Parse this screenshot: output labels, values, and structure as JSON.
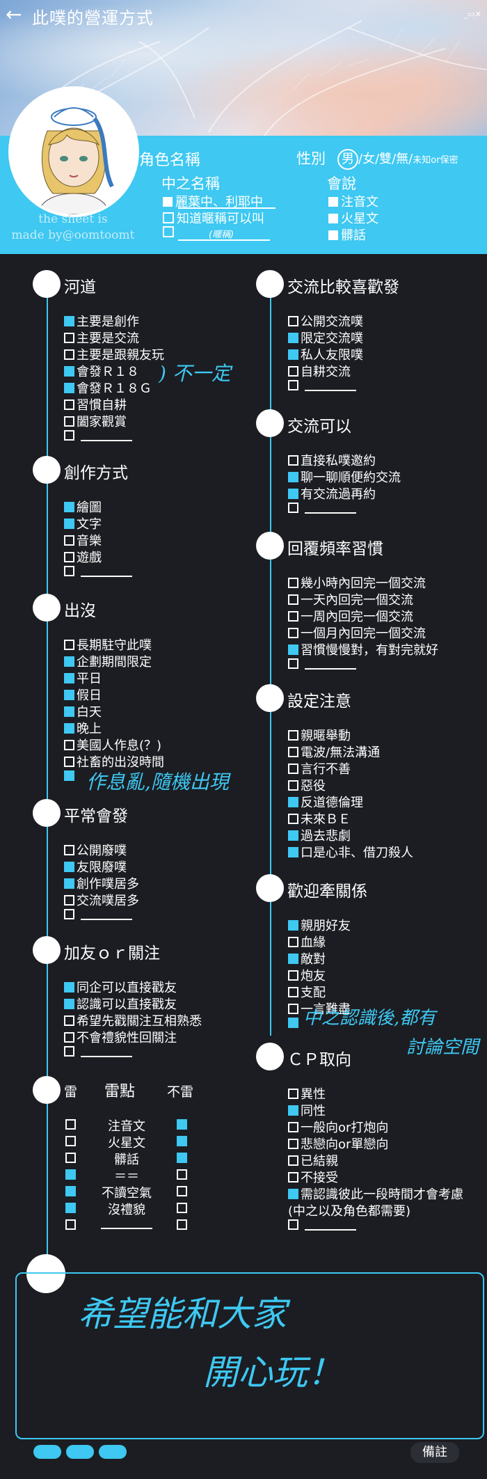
{
  "header": {
    "title": "此噗的營運方式",
    "back_icon": "arrow-left-icon",
    "window_icons": "_▭✕"
  },
  "profile": {
    "name_label": "角色名稱",
    "gender_label": "性別",
    "gender_selected": "男",
    "gender_options": "/女/雙/無/",
    "gender_note": "未知or保密",
    "nakanohito_label": "中之名稱",
    "nakanohito_items": [
      {
        "text": "麗葉中、利耶中",
        "checked": true
      },
      {
        "text": "知道暱稱可以叫",
        "checked": false
      }
    ],
    "nickname_hint": "(暱稱)",
    "speak_label": "會說",
    "speak_items": [
      {
        "text": "注音文",
        "checked": true
      },
      {
        "text": "火星文",
        "checked": true
      },
      {
        "text": "髒話",
        "checked": true
      }
    ],
    "credit_line1": "the sheet is",
    "credit_line2": "made by@oomtoomt"
  },
  "left_sections": [
    {
      "title": "河道",
      "items": [
        {
          "text": "主要是創作",
          "checked": true
        },
        {
          "text": "主要是交流",
          "checked": false
        },
        {
          "text": "主要是跟親友玩",
          "checked": false
        },
        {
          "text": "會發Ｒ１８",
          "checked": true
        },
        {
          "text": "會發Ｒ１８Ｇ",
          "checked": true
        },
        {
          "text": "習慣自耕",
          "checked": false
        },
        {
          "text": "闔家觀賞",
          "checked": false
        },
        {
          "text": "",
          "checked": false,
          "blank": true
        }
      ]
    },
    {
      "title": "創作方式",
      "items": [
        {
          "text": "繪圖",
          "checked": true
        },
        {
          "text": "文字",
          "checked": true
        },
        {
          "text": "音樂",
          "checked": false
        },
        {
          "text": "遊戲",
          "checked": false
        },
        {
          "text": "",
          "checked": false,
          "blank": true
        }
      ]
    },
    {
      "title": "出沒",
      "items": [
        {
          "text": "長期駐守此噗",
          "checked": false
        },
        {
          "text": "企劃期間限定",
          "checked": true
        },
        {
          "text": "平日",
          "checked": true
        },
        {
          "text": "假日",
          "checked": true
        },
        {
          "text": "白天",
          "checked": true
        },
        {
          "text": "晚上",
          "checked": true
        },
        {
          "text": "美國人作息(？)",
          "checked": false
        },
        {
          "text": "社畜的出沒時間",
          "checked": false
        },
        {
          "text": "",
          "checked": true,
          "nolineblank": true
        }
      ]
    },
    {
      "title": "平常會發",
      "items": [
        {
          "text": "公開廢噗",
          "checked": false
        },
        {
          "text": "友限廢噗",
          "checked": true
        },
        {
          "text": "創作噗居多",
          "checked": true
        },
        {
          "text": "交流噗居多",
          "checked": false
        },
        {
          "text": "",
          "checked": false,
          "blank": true
        }
      ]
    },
    {
      "title": "加友ｏｒ關注",
      "items": [
        {
          "text": "同企可以直接戳友",
          "checked": true
        },
        {
          "text": "認識可以直接戳友",
          "checked": true
        },
        {
          "text": "希望先戳關注互相熟悉",
          "checked": false
        },
        {
          "text": "不會禮貌性回關注",
          "checked": false
        },
        {
          "text": "",
          "checked": false,
          "blank": true
        }
      ]
    }
  ],
  "right_sections": [
    {
      "title": "交流比較喜歡發",
      "items": [
        {
          "text": "公開交流噗",
          "checked": false
        },
        {
          "text": "限定交流噗",
          "checked": true
        },
        {
          "text": "私人友限噗",
          "checked": true
        },
        {
          "text": "自耕交流",
          "checked": false
        },
        {
          "text": "",
          "checked": false,
          "blank": true
        }
      ]
    },
    {
      "title": "交流可以",
      "items": [
        {
          "text": "直接私噗邀約",
          "checked": false
        },
        {
          "text": "聊一聊順便約交流",
          "checked": true
        },
        {
          "text": "有交流過再約",
          "checked": true
        },
        {
          "text": "",
          "checked": false,
          "blank": true
        }
      ]
    },
    {
      "title": "回覆頻率習慣",
      "items": [
        {
          "text": "幾小時內回完一個交流",
          "checked": false
        },
        {
          "text": "一天內回完一個交流",
          "checked": false
        },
        {
          "text": "一周內回完一個交流",
          "checked": false
        },
        {
          "text": "一個月內回完一個交流",
          "checked": false
        },
        {
          "text": "習慣慢慢對，有對完就好",
          "checked": true
        },
        {
          "text": "",
          "checked": false,
          "blank": true
        }
      ]
    },
    {
      "title": "設定注意",
      "items": [
        {
          "text": "親暱舉動",
          "checked": false
        },
        {
          "text": "電波/無法溝通",
          "checked": false
        },
        {
          "text": "言行不善",
          "checked": false
        },
        {
          "text": "惡役",
          "checked": false
        },
        {
          "text": "反道德倫理",
          "checked": true
        },
        {
          "text": "未來ＢＥ",
          "checked": false
        },
        {
          "text": "過去悲劇",
          "checked": true
        },
        {
          "text": "口是心非、借刀殺人",
          "checked": true
        }
      ]
    },
    {
      "title": "歡迎牽關係",
      "items": [
        {
          "text": "親朋好友",
          "checked": true
        },
        {
          "text": "血緣",
          "checked": false
        },
        {
          "text": "敵對",
          "checked": true
        },
        {
          "text": "炮友",
          "checked": false
        },
        {
          "text": "支配",
          "checked": false
        },
        {
          "text": "一言難盡",
          "checked": false
        },
        {
          "text": "",
          "checked": true,
          "nolineblank": true
        }
      ]
    },
    {
      "title": "ＣＰ取向",
      "items": [
        {
          "text": "異性",
          "checked": false
        },
        {
          "text": "同性",
          "checked": true
        },
        {
          "text": "一般向or打炮向",
          "checked": false
        },
        {
          "text": "悲戀向or單戀向",
          "checked": false
        },
        {
          "text": "已結親",
          "checked": false
        },
        {
          "text": "不接受",
          "checked": false
        },
        {
          "text": "需認識彼此一段時間才會考慮",
          "checked": true
        },
        {
          "text": "(中之以及角色都需要)",
          "checked": false,
          "nobox": true
        },
        {
          "text": "",
          "checked": false,
          "blank": true
        }
      ]
    }
  ],
  "thunder": {
    "title_left": "雷",
    "title_mid": "雷點",
    "title_right": "不雷",
    "rows": [
      {
        "text": "注音文",
        "left": false,
        "right": true
      },
      {
        "text": "火星文",
        "left": false,
        "right": true
      },
      {
        "text": "髒話",
        "left": false,
        "right": true
      },
      {
        "text": "＝＝",
        "left": true,
        "right": false
      },
      {
        "text": "不讀空氣",
        "left": true,
        "right": false
      },
      {
        "text": "沒禮貌",
        "left": true,
        "right": false
      },
      {
        "text": "",
        "left": false,
        "right": false,
        "blank": true
      }
    ]
  },
  "handwriting": {
    "note_r18": ") 不一定",
    "note_schedule": "作息亂,隨機出現",
    "note_relation1": "中之認識後,都有",
    "note_relation2": "討論空間",
    "footer_line1": "希望能和大家",
    "footer_line2": "開心玩！"
  },
  "footer": {
    "memo_label": "備註"
  },
  "colors": {
    "accent": "#3ec8f2",
    "background": "#1b1d22"
  }
}
